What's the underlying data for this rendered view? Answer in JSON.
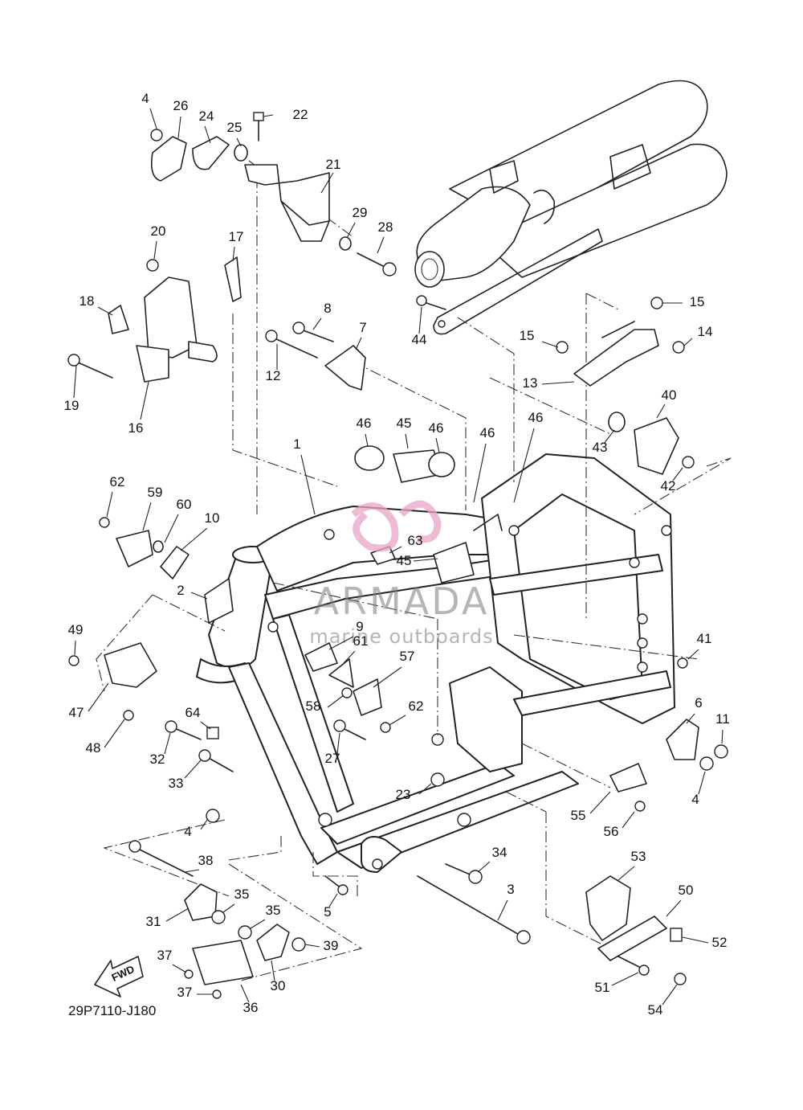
{
  "diagram": {
    "drawing_code": "29P7110-J180",
    "fwd_label": "FWD",
    "watermark": {
      "brand": "ARMADA",
      "tagline": "marine outboards",
      "logo_color": "#e8a3c5"
    },
    "callouts": [
      {
        "id": "c4a",
        "text": "4"
      },
      {
        "id": "c26",
        "text": "26"
      },
      {
        "id": "c24",
        "text": "24"
      },
      {
        "id": "c25",
        "text": "25"
      },
      {
        "id": "c22",
        "text": "22"
      },
      {
        "id": "c21",
        "text": "21"
      },
      {
        "id": "c29",
        "text": "29"
      },
      {
        "id": "c28",
        "text": "28"
      },
      {
        "id": "c20",
        "text": "20"
      },
      {
        "id": "c17",
        "text": "17"
      },
      {
        "id": "c18",
        "text": "18"
      },
      {
        "id": "c19",
        "text": "19"
      },
      {
        "id": "c16",
        "text": "16"
      },
      {
        "id": "c8",
        "text": "8"
      },
      {
        "id": "c7",
        "text": "7"
      },
      {
        "id": "c12",
        "text": "12"
      },
      {
        "id": "c15a",
        "text": "15"
      },
      {
        "id": "c15b",
        "text": "15"
      },
      {
        "id": "c14",
        "text": "14"
      },
      {
        "id": "c13",
        "text": "13"
      },
      {
        "id": "c44",
        "text": "44"
      },
      {
        "id": "c46a",
        "text": "46"
      },
      {
        "id": "c45a",
        "text": "45"
      },
      {
        "id": "c46b",
        "text": "46"
      },
      {
        "id": "c46c",
        "text": "46"
      },
      {
        "id": "c46d",
        "text": "46"
      },
      {
        "id": "c40",
        "text": "40"
      },
      {
        "id": "c43",
        "text": "43"
      },
      {
        "id": "c42",
        "text": "42"
      },
      {
        "id": "c1",
        "text": "1"
      },
      {
        "id": "c62a",
        "text": "62"
      },
      {
        "id": "c59",
        "text": "59"
      },
      {
        "id": "c60",
        "text": "60"
      },
      {
        "id": "c10",
        "text": "10"
      },
      {
        "id": "c63",
        "text": "63"
      },
      {
        "id": "c45b",
        "text": "45"
      },
      {
        "id": "c2",
        "text": "2"
      },
      {
        "id": "c9",
        "text": "9"
      },
      {
        "id": "c61",
        "text": "61"
      },
      {
        "id": "c57",
        "text": "57"
      },
      {
        "id": "c49",
        "text": "49"
      },
      {
        "id": "c47",
        "text": "47"
      },
      {
        "id": "c48",
        "text": "48"
      },
      {
        "id": "c58",
        "text": "58"
      },
      {
        "id": "c62b",
        "text": "62"
      },
      {
        "id": "c41",
        "text": "41"
      },
      {
        "id": "c6",
        "text": "6"
      },
      {
        "id": "c11",
        "text": "11"
      },
      {
        "id": "c4b",
        "text": "4"
      },
      {
        "id": "c64",
        "text": "64"
      },
      {
        "id": "c32",
        "text": "32"
      },
      {
        "id": "c27",
        "text": "27"
      },
      {
        "id": "c33",
        "text": "33"
      },
      {
        "id": "c23",
        "text": "23"
      },
      {
        "id": "c55",
        "text": "55"
      },
      {
        "id": "c56",
        "text": "56"
      },
      {
        "id": "c4c",
        "text": "4"
      },
      {
        "id": "c38",
        "text": "38"
      },
      {
        "id": "c34",
        "text": "34"
      },
      {
        "id": "c53",
        "text": "53"
      },
      {
        "id": "c3",
        "text": "3"
      },
      {
        "id": "c5",
        "text": "5"
      },
      {
        "id": "c35a",
        "text": "35"
      },
      {
        "id": "c31",
        "text": "31"
      },
      {
        "id": "c35b",
        "text": "35"
      },
      {
        "id": "c39",
        "text": "39"
      },
      {
        "id": "c50",
        "text": "50"
      },
      {
        "id": "c52",
        "text": "52"
      },
      {
        "id": "c37a",
        "text": "37"
      },
      {
        "id": "c30",
        "text": "30"
      },
      {
        "id": "c51",
        "text": "51"
      },
      {
        "id": "c37b",
        "text": "37"
      },
      {
        "id": "c36",
        "text": "36"
      },
      {
        "id": "c54",
        "text": "54"
      }
    ]
  }
}
